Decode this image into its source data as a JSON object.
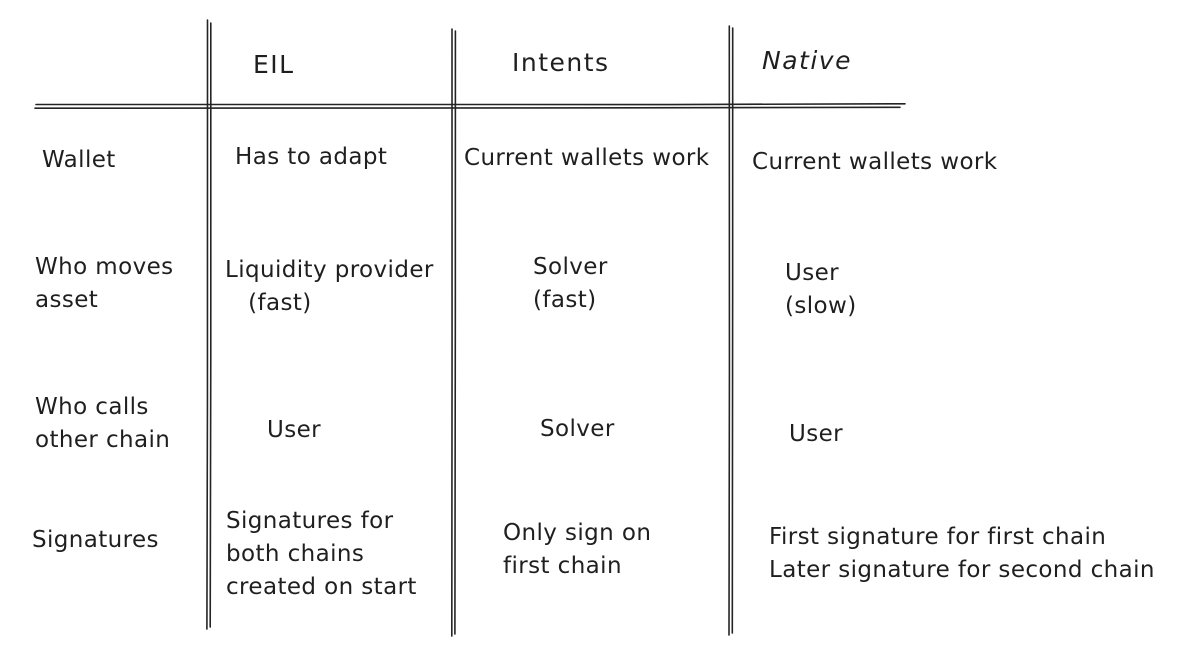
{
  "colors": {
    "ink": "#1f1f1f",
    "background": "#ffffff"
  },
  "table": {
    "column_headers": [
      "EIL",
      "Intents",
      "Native"
    ],
    "rows": [
      {
        "header": "Wallet",
        "cells": [
          "Has to adapt",
          "Current wallets work",
          "Current wallets work"
        ]
      },
      {
        "header": "Who moves\nasset",
        "cells": [
          "Liquidity provider\n   (fast)",
          "Solver\n(fast)",
          "User\n(slow)"
        ]
      },
      {
        "header": "Who calls\nother chain",
        "cells": [
          "User",
          "Solver",
          "User"
        ]
      },
      {
        "header": "Signatures",
        "cells": [
          "Signatures for\nboth chains\ncreated on start",
          "Only sign on\nfirst chain",
          "First signature for first chain\nLater signature for second chain"
        ]
      }
    ]
  }
}
